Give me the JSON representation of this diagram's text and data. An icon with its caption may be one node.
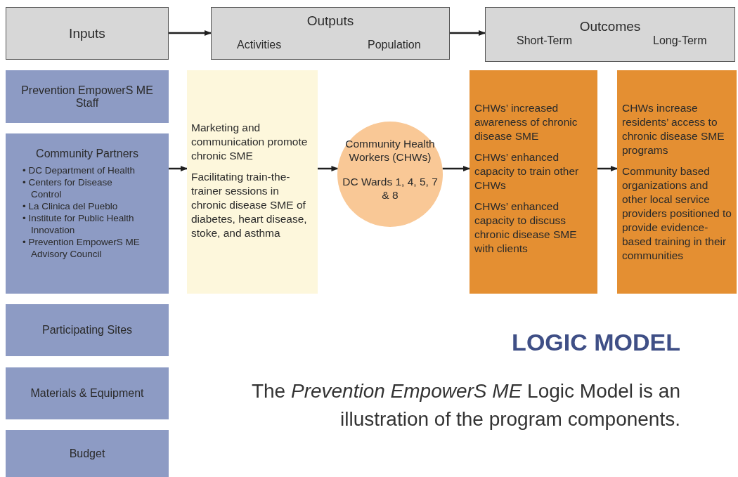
{
  "diagram": {
    "title": "LOGIC MODEL",
    "caption": "The *Prevention EmpowerS ME* Logic Model is an illustration of the program components.",
    "nodes": [
      {
        "text": [
          "Inputs"
        ]
      },
      {
        "text": [
          "Outputs",
          "Activities",
          "Population"
        ]
      },
      {
        "text": [
          "Outcomes",
          "Short-Term",
          "Long-Term"
        ]
      },
      {
        "text": [
          "Prevention EmpowerS ME Staff"
        ]
      },
      {
        "text": [
          "Community Partners",
          "• DC Department of Health",
          "• Centers for Disease Control",
          "• La Clinica del Pueblo",
          "• Institute for Public Health Innovation",
          "• Prevention EmpowerS ME Advisory Council"
        ]
      },
      {
        "text": [
          "Marketing and communication promote chronic SME",
          "Facilitating train-the-trainer sessions in chronic disease SME of diabetes, heart disease, stoke, and asthma"
        ]
      },
      {
        "text": [
          "Community Health Workers (CHWs)",
          "DC Wards 1, 4, 5, 7 & 8"
        ]
      },
      {
        "text": [
          "CHWs’ increased awareness of chronic disease SME",
          "CHWs’ enhanced capacity to train other CHWs",
          "CHWs’ enhanced capacity to discuss chronic disease SME with clients"
        ]
      },
      {
        "text": [
          "CHWs increase residents’ access to chronic disease SME programs",
          "Community based organizations and other local service providers positioned to provide evidence-based training in their communities"
        ]
      },
      {
        "text": [
          "Participating Sites"
        ]
      },
      {
        "text": [
          "Materials & Equipment"
        ]
      },
      {
        "text": [
          "Budget"
        ]
      }
    ],
    "edges": [
      {
        "from": 0,
        "to": 1,
        "arrow": "to"
      },
      {
        "from": 1,
        "to": 2,
        "arrow": "to"
      },
      {
        "from": 4,
        "to": 5,
        "arrow": "to"
      },
      {
        "from": 5,
        "to": 6,
        "arrow": "to"
      },
      {
        "from": 6,
        "to": 7,
        "arrow": "to"
      },
      {
        "from": 7,
        "to": 8,
        "arrow": "to"
      }
    ]
  }
}
